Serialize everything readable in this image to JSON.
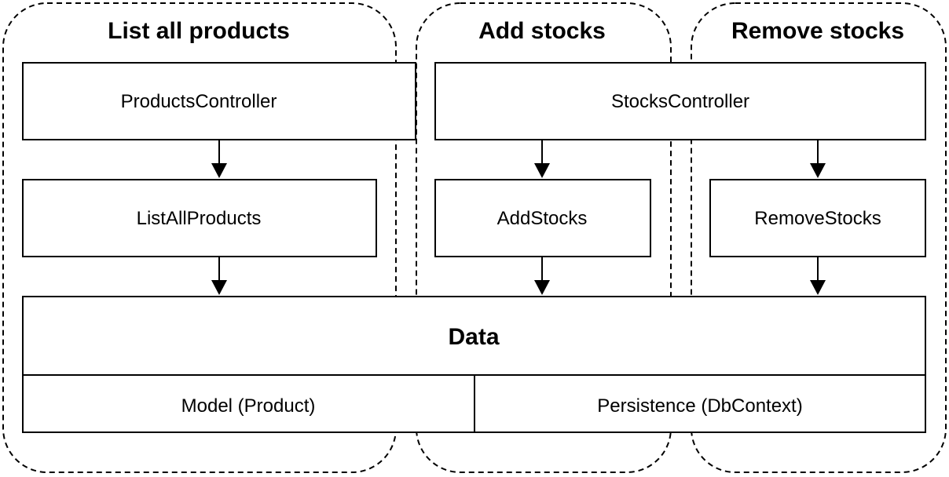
{
  "groups": {
    "list_all_products": {
      "title": "List all products"
    },
    "add_stocks": {
      "title": "Add stocks"
    },
    "remove_stocks": {
      "title": "Remove stocks"
    }
  },
  "nodes": {
    "products_controller": "ProductsController",
    "stocks_controller": "StocksController",
    "list_all_products": "ListAllProducts",
    "add_stocks": "AddStocks",
    "remove_stocks": "RemoveStocks",
    "data": "Data",
    "model": "Model (Product)",
    "persistence": "Persistence (DbContext)"
  },
  "edges": [
    {
      "from": "ProductsController",
      "to": "ListAllProducts"
    },
    {
      "from": "ListAllProducts",
      "to": "Data"
    },
    {
      "from": "StocksController",
      "to": "AddStocks"
    },
    {
      "from": "StocksController",
      "to": "RemoveStocks"
    },
    {
      "from": "AddStocks",
      "to": "Data"
    },
    {
      "from": "RemoveStocks",
      "to": "Data"
    }
  ]
}
